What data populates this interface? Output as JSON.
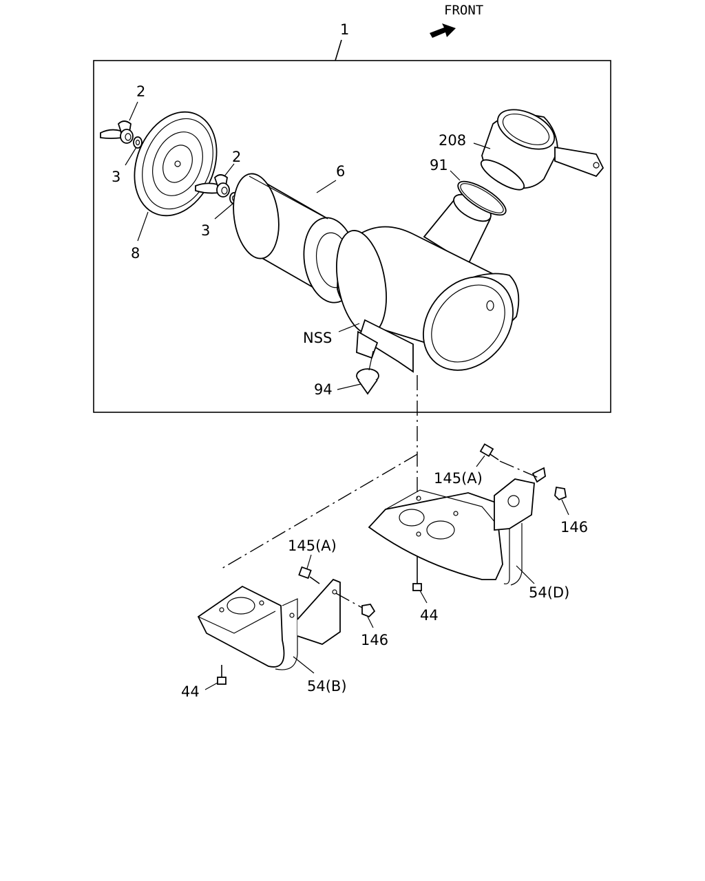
{
  "diagram": {
    "front_label": "FRONT",
    "labels": {
      "assembly": "1",
      "wing_nut_top": "2",
      "washer_top": "3",
      "wing_nut_mid": "2",
      "washer_mid": "3",
      "element": "6",
      "cover": "8",
      "elbow": "208",
      "clamp": "91",
      "nss": "NSS",
      "valve": "94",
      "bolt_d": "145(A)",
      "nut_d": "146",
      "bracket_d": "54(D)",
      "screw_d": "44",
      "bolt_b": "145(A)",
      "nut_b": "146",
      "bracket_b": "54(B)",
      "screw_b": "44"
    }
  }
}
